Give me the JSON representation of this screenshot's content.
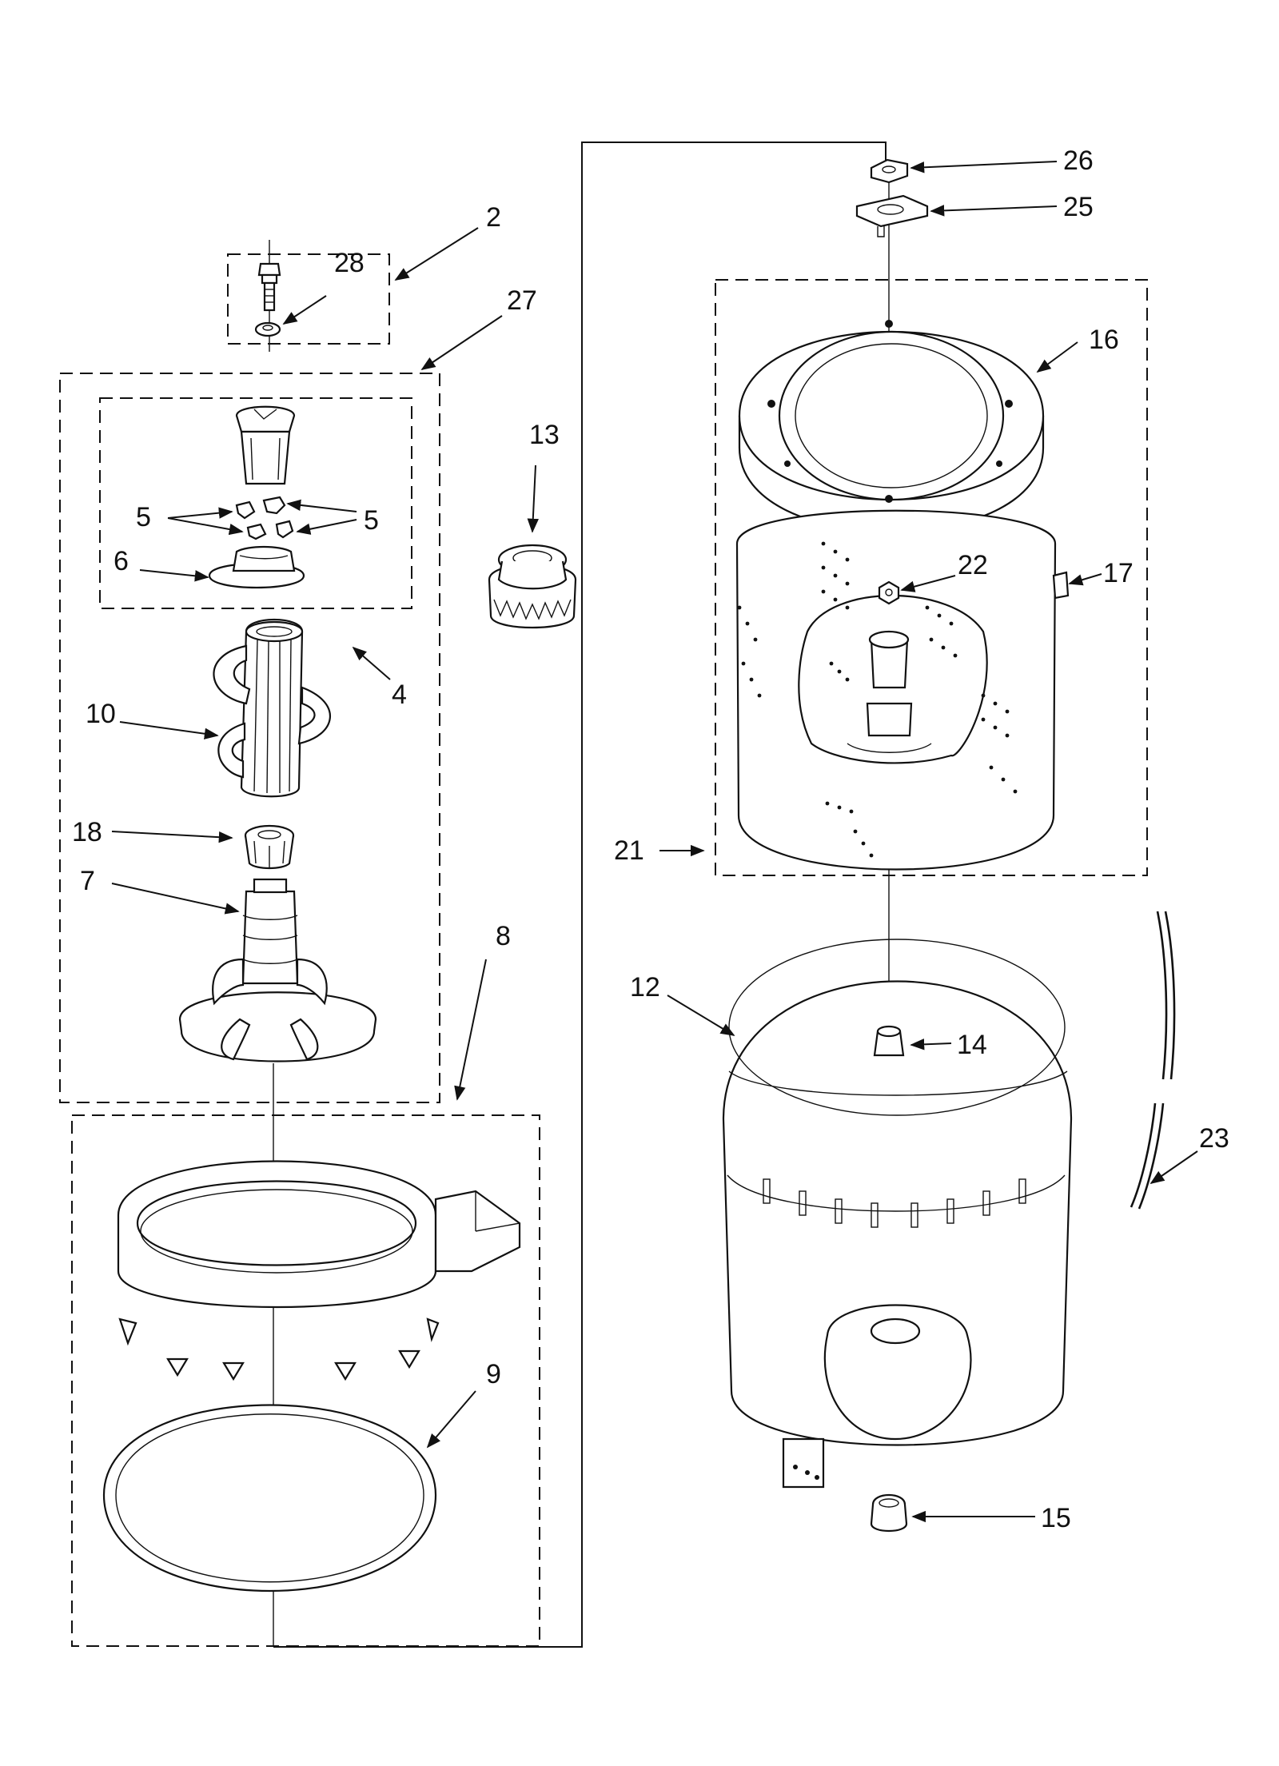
{
  "diagram": {
    "labels": {
      "label_2": "2",
      "label_4": "4",
      "label_5a": "5",
      "label_5b": "5",
      "label_6": "6",
      "label_7": "7",
      "label_8": "8",
      "label_9": "9",
      "label_10": "10",
      "label_12": "12",
      "label_13": "13",
      "label_14": "14",
      "label_15": "15",
      "label_16": "16",
      "label_17": "17",
      "label_18": "18",
      "label_21": "21",
      "label_22": "22",
      "label_23": "23",
      "label_25": "25",
      "label_26": "26",
      "label_27": "27",
      "label_28": "28"
    }
  }
}
